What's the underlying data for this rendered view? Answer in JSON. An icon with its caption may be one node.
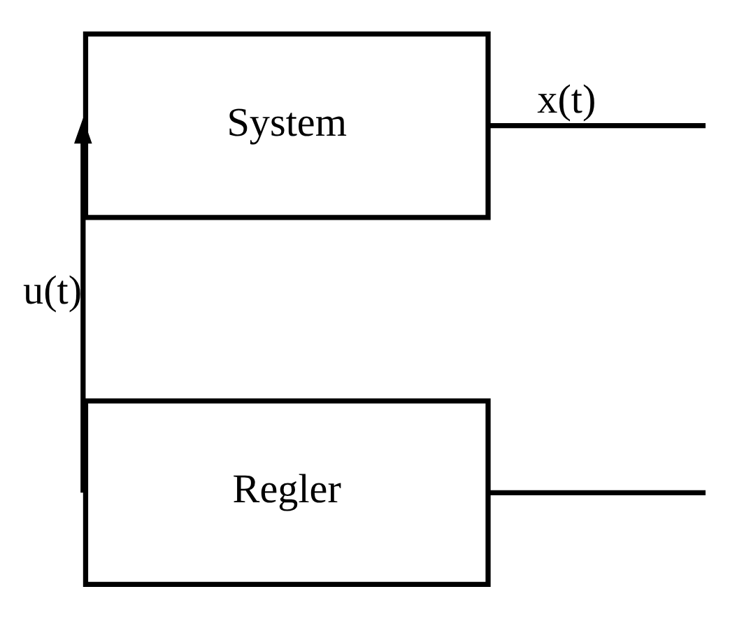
{
  "diagram": {
    "nodes": [
      {
        "text": [
          "System"
        ]
      },
      {
        "text": [
          "Regler"
        ]
      }
    ],
    "edges": [
      {
        "from": 1,
        "to": 0,
        "arrow": "to",
        "label": "u(t)"
      },
      {
        "from": 0,
        "to": null,
        "arrow": "none",
        "label": "x(t)"
      },
      {
        "from": 1,
        "to": null,
        "arrow": "none"
      }
    ]
  }
}
